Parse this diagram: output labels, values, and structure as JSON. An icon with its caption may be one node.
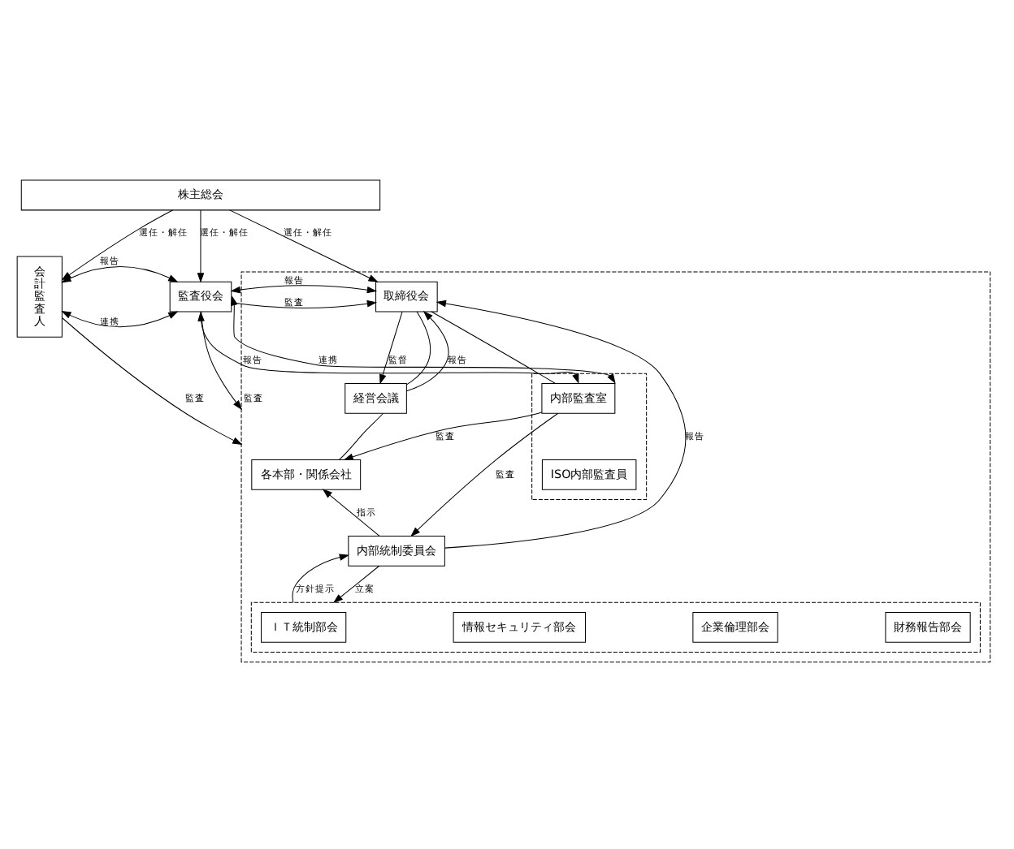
{
  "diagram": {
    "nodes": [
      {
        "text": [
          "株主総会"
        ]
      },
      {
        "text": [
          "会計監査人"
        ]
      },
      {
        "text": [
          "監査役会"
        ]
      },
      {
        "text": [],
        "shape": "box"
      },
      {
        "text": [
          "取締役会"
        ],
        "in": 3
      },
      {
        "text": [
          "経営会議"
        ],
        "in": 3
      },
      {
        "text": [],
        "shape": "box",
        "in": 3
      },
      {
        "text": [
          "内部監査室"
        ],
        "in": 6
      },
      {
        "text": [
          "ISO内部監査員"
        ],
        "in": 6
      },
      {
        "text": [
          "各本部・関係会社"
        ],
        "in": 3
      },
      {
        "text": [
          "内部統制委員会"
        ],
        "in": 3
      },
      {
        "text": [],
        "shape": "box",
        "in": 3
      },
      {
        "text": [
          "ＩＴ統制部会"
        ],
        "in": 11
      },
      {
        "text": [
          "情報セキュリティ部会"
        ],
        "in": 11
      },
      {
        "text": [
          "企業倫理部会"
        ],
        "in": 11
      },
      {
        "text": [
          "財務報告部会"
        ],
        "in": 11
      }
    ],
    "edges": [
      {
        "from": 0,
        "to": 1,
        "arrow": "to",
        "label": "選任・解任"
      },
      {
        "from": 0,
        "to": 2,
        "arrow": "to",
        "label": "選任・解任"
      },
      {
        "from": 0,
        "to": 4,
        "arrow": "to",
        "label": "選任・解任"
      },
      {
        "from": 1,
        "to": 2,
        "arrow": "both",
        "label": "連携"
      },
      {
        "from": 1,
        "to": 2,
        "arrow": "both",
        "label": "報告"
      },
      {
        "from": 2,
        "to": 4,
        "arrow": "to",
        "label": "監査"
      },
      {
        "from": 2,
        "to": 4,
        "arrow": "both",
        "label": "報告"
      },
      {
        "from": 7,
        "to": 4,
        "arrow": "none"
      },
      {
        "from": 2,
        "to": 3,
        "arrow": "to",
        "label": "監査"
      },
      {
        "from": 2,
        "to": 7,
        "arrow": "both",
        "label": "報告"
      },
      {
        "from": 2,
        "to": 7,
        "arrow": "both",
        "label": "連携"
      },
      {
        "from": 5,
        "to": 4,
        "arrow": "to",
        "label": "報告"
      },
      {
        "from": 4,
        "to": 5,
        "arrow": "none"
      },
      {
        "from": 4,
        "to": 5,
        "arrow": "to",
        "label": "監督"
      },
      {
        "from": 5,
        "to": 9,
        "arrow": "none"
      },
      {
        "from": 1,
        "to": 3,
        "arrow": "to",
        "label": "監査"
      },
      {
        "from": 7,
        "to": 9,
        "arrow": "to",
        "label": "監査"
      },
      {
        "from": 7,
        "to": 10,
        "arrow": "to",
        "label": "監査"
      },
      {
        "from": 10,
        "to": 9,
        "arrow": "to",
        "label": "指示"
      },
      {
        "from": 10,
        "to": 4,
        "arrow": "to",
        "label": "報告"
      },
      {
        "from": 11,
        "to": 10,
        "arrow": "to",
        "label": "方針提示"
      },
      {
        "from": 10,
        "to": 11,
        "arrow": "to",
        "label": "立案"
      }
    ]
  }
}
